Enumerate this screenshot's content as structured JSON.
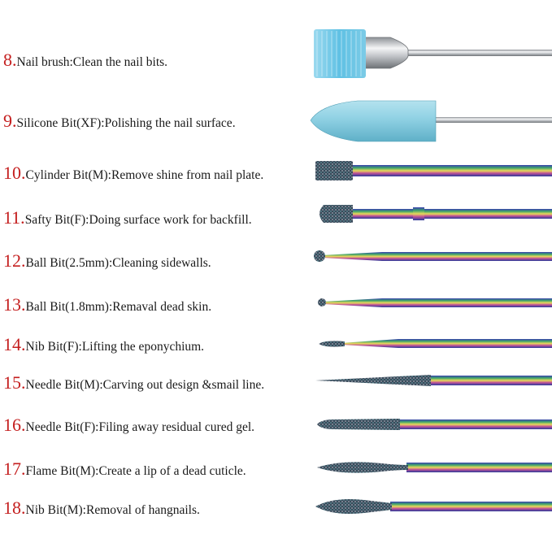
{
  "items": [
    {
      "number": "8.",
      "text": "Nail brush:Clean the nail bits.",
      "head": "brush"
    },
    {
      "number": "9.",
      "text": "Silicone Bit(XF):Polishing the nail surface.",
      "head": "silicone"
    },
    {
      "number": "10.",
      "text": "Cylinder Bit(M):Remove shine from nail plate.",
      "head": "cylinder"
    },
    {
      "number": "11.",
      "text": "Safty Bit(F):Doing surface work for backfill.",
      "head": "safety"
    },
    {
      "number": "12.",
      "text": "Ball Bit(2.5mm):Cleaning sidewalls.",
      "head": "ball-large"
    },
    {
      "number": "13.",
      "text": "Ball Bit(1.8mm):Remaval dead skin.",
      "head": "ball-small"
    },
    {
      "number": "14.",
      "text": "Nib Bit(F):Lifting the eponychium.",
      "head": "nib-small"
    },
    {
      "number": "15.",
      "text": "Needle Bit(M):Carving out design &smail line.",
      "head": "needle-medium"
    },
    {
      "number": "16.",
      "text": "Needle Bit(F):Filing away residual cured gel.",
      "head": "needle-fine"
    },
    {
      "number": "17.",
      "text": "Flame Bit(M):Create a lip of a dead cuticle.",
      "head": "flame"
    },
    {
      "number": "18.",
      "text": "Nib Bit(M):Removal of hangnails.",
      "head": "nib-medium"
    }
  ],
  "colors": {
    "number": "#c41e1e",
    "text": "#1a1a1a",
    "brush": "#6ecbe8",
    "silicone": "#8ccfe0",
    "chrome": "#b9bcc0"
  }
}
